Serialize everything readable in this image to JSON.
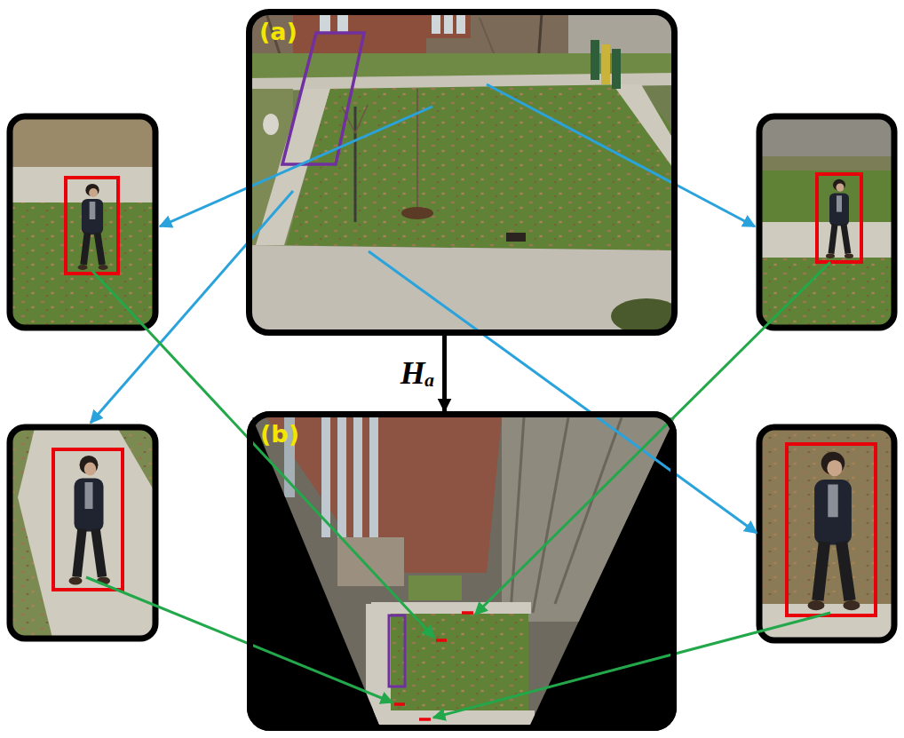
{
  "diagram": {
    "nodes": [
      {
        "text": [
          "(a)"
        ]
      },
      {
        "text": [
          "(b)"
        ]
      }
    ],
    "edges": [
      {
        "from": 0,
        "to": 1,
        "arrow": "to",
        "label": "Hₐ"
      }
    ]
  }
}
